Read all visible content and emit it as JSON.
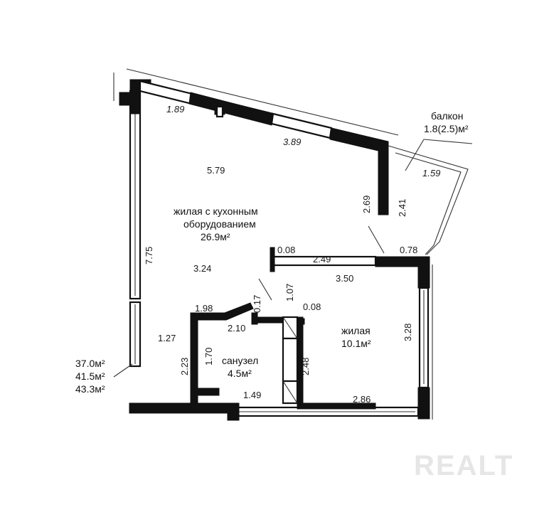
{
  "rooms": {
    "living_kitchen": {
      "line1": "жилая с кухонным",
      "line2": "оборудованием",
      "area": "26.9м²"
    },
    "bedroom": {
      "label": "жилая",
      "area": "10.1м²"
    },
    "bathroom": {
      "label": "санузел",
      "area": "4.5м²"
    },
    "balcony": {
      "label": "балкон",
      "area": "1.8(2.5)м²"
    }
  },
  "dimensions": {
    "d_1_89": "1.89",
    "d_3_89": "3.89",
    "d_5_79": "5.79",
    "d_1_59": "1.59",
    "d_2_69": "2.69",
    "d_2_41": "2.41",
    "d_7_75": "7.75",
    "d_0_08_top": "0.08",
    "d_2_49": "2.49",
    "d_0_78": "0.78",
    "d_3_24": "3.24",
    "d_3_50": "3.50",
    "d_1_07": "1.07",
    "d_0_17": "0.17",
    "d_0_08_mid": "0.08",
    "d_1_98": "1.98",
    "d_2_10": "2.10",
    "d_1_27": "1.27",
    "d_3_28": "3.28",
    "d_2_23": "2.23",
    "d_1_70": "1.70",
    "d_2_48": "2.48",
    "d_1_49": "1.49",
    "d_2_86": "2.86"
  },
  "totals": {
    "area1": "37.0м²",
    "area2": "41.5м²",
    "area3": "43.3м²"
  },
  "watermark": {
    "text": "REALT"
  }
}
